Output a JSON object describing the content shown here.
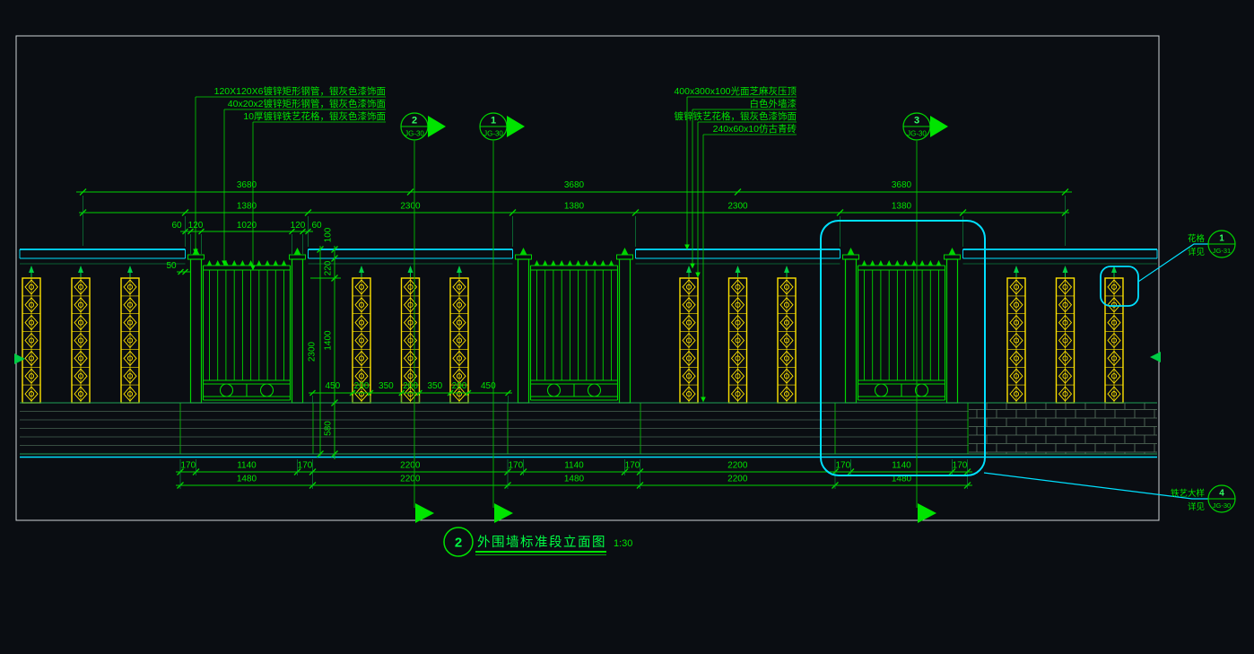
{
  "drawing": {
    "title": {
      "index_num": "2",
      "text": "外围墙标准段立面图",
      "scale": "1:30"
    },
    "notes_left": [
      "120X120X6镀锌矩形钢管，银灰色漆饰面",
      "40x20x2镀锌矩形钢管，银灰色漆饰面",
      "10厚镀锌铁艺花格，银灰色漆饰面"
    ],
    "notes_right": [
      "400x300x100光面芝麻灰压顶",
      "白色外墙漆",
      "镀锌铁艺花格，银灰色漆饰面",
      "240x60x10仿古青砖"
    ],
    "section_flags": [
      {
        "num": "2",
        "sheet": "JG-30"
      },
      {
        "num": "1",
        "sheet": "JG-30"
      },
      {
        "num": "3",
        "sheet": "JG-30"
      }
    ],
    "callouts": [
      {
        "label": "花格",
        "ref": "详见",
        "num": "1",
        "sheet": "JG-31"
      },
      {
        "label": "铁艺大样",
        "ref": "详见",
        "num": "4",
        "sheet": "JG-30"
      }
    ],
    "dims": {
      "span": [
        "3680",
        "3680",
        "3680"
      ],
      "module": [
        "1380",
        "2300",
        "1380",
        "2300",
        "1380"
      ],
      "gate": [
        "60",
        "120",
        "1020",
        "120",
        "60"
      ],
      "panel": [
        "450",
        "200",
        "350",
        "200",
        "350",
        "200",
        "450"
      ],
      "height_total": "2300",
      "heights": [
        "100",
        "220",
        "1400",
        "580"
      ],
      "cap_offset": "50",
      "base_top": [
        "170",
        "1140",
        "170",
        "2200",
        "170",
        "1140",
        "170",
        "2200",
        "170",
        "1140",
        "170"
      ],
      "base_bottom": [
        "1480",
        "2200",
        "1480",
        "2200",
        "1480"
      ]
    },
    "colors": {
      "line_green": "#00d400",
      "accent_cyan": "#00e0ff",
      "lattice_yellow": "#ffe400",
      "background": "#0a0d12"
    }
  }
}
